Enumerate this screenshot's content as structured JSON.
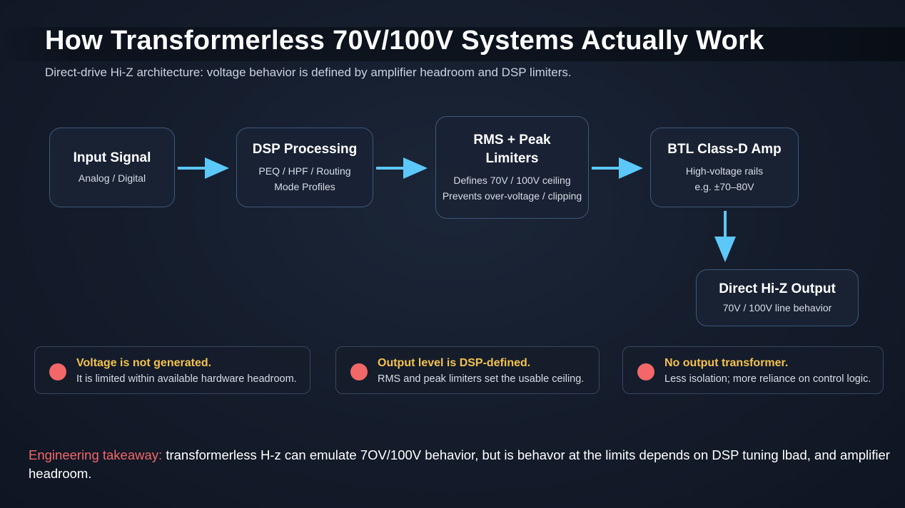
{
  "header": {
    "title": "How Transformerless 70V/100V Systems Actually Work",
    "subtitle": "Direct-drive Hi-Z architecture: voltage behavior is defined by amplifier headroom and DSP limiters."
  },
  "nodes": [
    {
      "id": "input",
      "title": "Input Signal",
      "lines": [
        "Analog / Digital"
      ]
    },
    {
      "id": "dsp",
      "title": "DSP Processing",
      "lines": [
        "PEQ / HPF / Routing",
        "Mode Profiles"
      ]
    },
    {
      "id": "limiters",
      "title": "RMS + Peak Limiters",
      "lines": [
        "Defines 70V / 100V ceiling",
        "Prevents over-voltage / clipping"
      ]
    },
    {
      "id": "amp",
      "title": "BTL Class-D Amp",
      "lines": [
        "High-voltage rails",
        "e.g. ±70–80V"
      ]
    },
    {
      "id": "output",
      "title": "Direct Hi-Z Output",
      "lines": [
        "70V / 100V line behavior"
      ]
    }
  ],
  "notes": [
    {
      "title": "Voltage is not generated.",
      "text": "It is limited within available hardware headroom."
    },
    {
      "title": "Output level is DSP-defined.",
      "text": "RMS and peak limiters set the usable ceiling."
    },
    {
      "title": "No output transformer.",
      "text": "Less isolation; more reliance on control logic."
    }
  ],
  "takeaway": {
    "label": "Engineering takeaway:",
    "text": "transformerless H-z can emulate 7OV/100V behavior, but is behavor at the limits depends on DSP tuning lbad, and amplifier headroom."
  },
  "colors": {
    "arrow": "#5cc8fa",
    "note_dot": "#f26868",
    "note_title": "#f4c24d",
    "takeaway_label": "#f26868"
  }
}
